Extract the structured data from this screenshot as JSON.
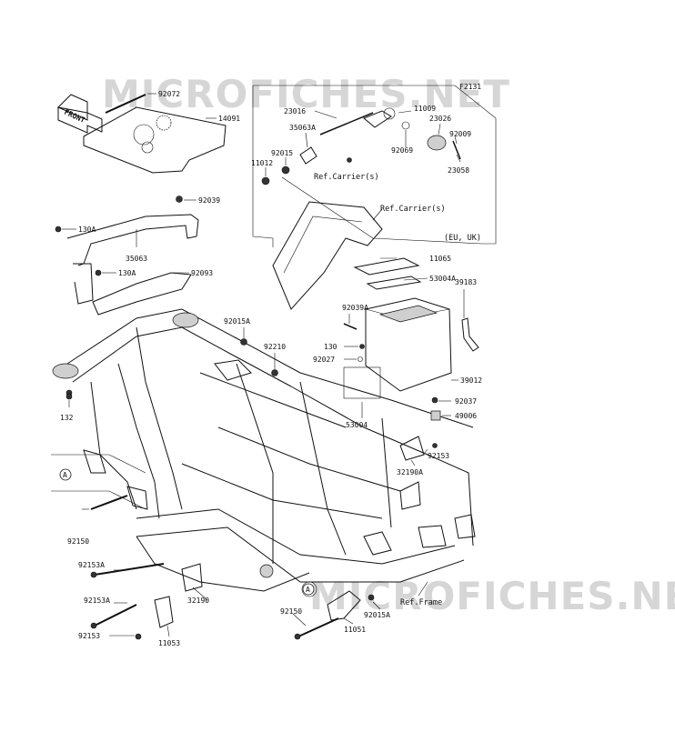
{
  "diagram": {
    "figure_code": "F2131",
    "watermarks": [
      "MICROFICHES.NET",
      "MICROFICHES.NET"
    ],
    "front_arrow_label": "FRONT",
    "region_note": "(EU, UK)",
    "refs": {
      "carrier_1": "Ref.Carrier(s)",
      "carrier_2": "Ref.Carrier(s)",
      "frame": "Ref.Frame"
    },
    "callout_a": "A",
    "parts": [
      {
        "id": "92072"
      },
      {
        "id": "14091"
      },
      {
        "id": "92039"
      },
      {
        "id": "130A"
      },
      {
        "id": "35063"
      },
      {
        "id": "130A"
      },
      {
        "id": "92093"
      },
      {
        "id": "23016"
      },
      {
        "id": "35063A"
      },
      {
        "id": "92015"
      },
      {
        "id": "11012"
      },
      {
        "id": "11009"
      },
      {
        "id": "23026"
      },
      {
        "id": "92069"
      },
      {
        "id": "92009"
      },
      {
        "id": "23058"
      },
      {
        "id": "11065"
      },
      {
        "id": "53004A"
      },
      {
        "id": "92039A"
      },
      {
        "id": "39183"
      },
      {
        "id": "92015A"
      },
      {
        "id": "92210"
      },
      {
        "id": "130"
      },
      {
        "id": "92027"
      },
      {
        "id": "39012"
      },
      {
        "id": "92037"
      },
      {
        "id": "49006"
      },
      {
        "id": "53004"
      },
      {
        "id": "92153"
      },
      {
        "id": "32190A"
      },
      {
        "id": "132"
      },
      {
        "id": "92150"
      },
      {
        "id": "92153A"
      },
      {
        "id": "92153A"
      },
      {
        "id": "32190"
      },
      {
        "id": "92153"
      },
      {
        "id": "11053"
      },
      {
        "id": "92150"
      },
      {
        "id": "92015A"
      },
      {
        "id": "11051"
      }
    ]
  }
}
